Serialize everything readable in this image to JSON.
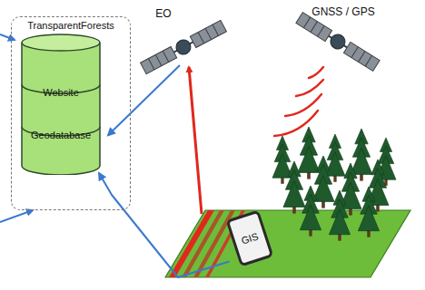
{
  "diagram": {
    "nodes": [
      {
        "text": [
          "TransparentForests"
        ]
      },
      {
        "text": [
          "Website",
          "Geodatabase"
        ],
        "in": 0
      },
      {
        "text": [
          "EO"
        ]
      },
      {
        "text": [
          "GNSS / GPS"
        ]
      },
      {
        "text": [
          "GIS"
        ]
      }
    ],
    "edges": [
      {
        "from": 2,
        "to": 1,
        "arrow": "to"
      },
      {
        "from": 4,
        "to": 1,
        "arrow": "to"
      }
    ]
  }
}
